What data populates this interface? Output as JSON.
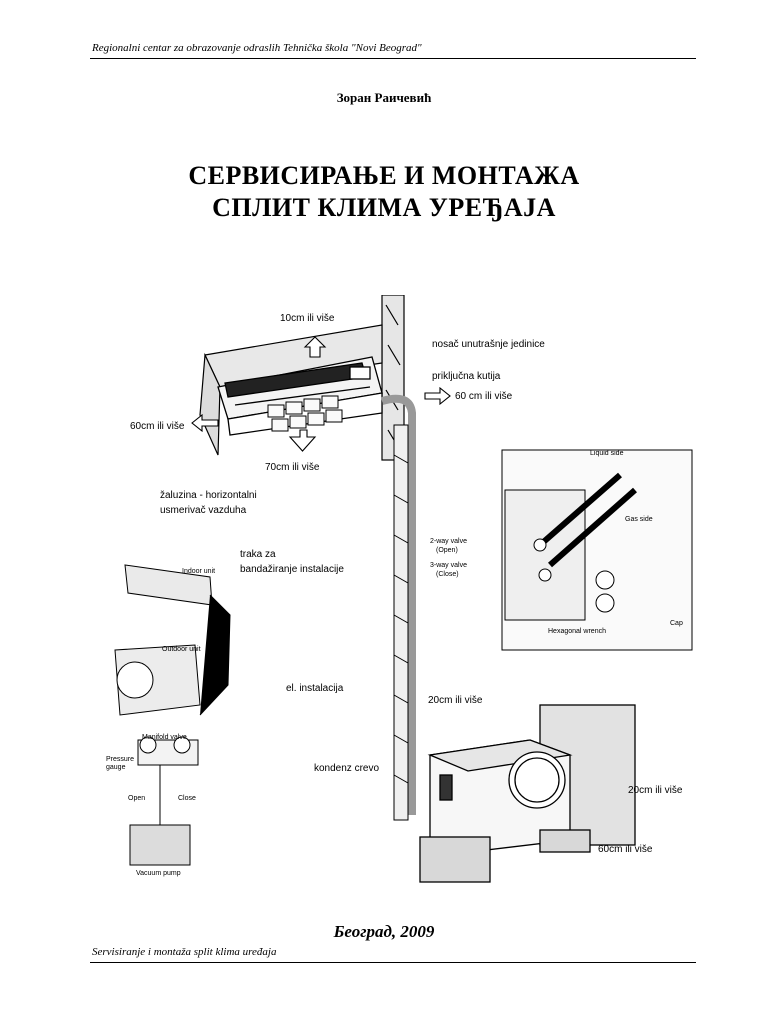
{
  "header": {
    "text": "Regionalni centar za obrazovanje odraslih Tehnička škola \"Novi Beograd\""
  },
  "author": "Зоран Раичевић",
  "title": {
    "line1": "СЕРВИСИРАЊЕ И МОНТАЖА",
    "line2": "СПЛИТ КЛИМА УРЕЂАЈА"
  },
  "figure": {
    "labels": {
      "top_clearance": "10cm ili više",
      "bracket": "nosač unutrašnje jedinice",
      "junction_box": "priključna kutija",
      "right_clearance": "60 cm ili više",
      "left_clearance": "60cm ili više",
      "bottom_clearance": "70cm ili više",
      "louver_line1": "žaluzina - horizontalni",
      "louver_line2": "usmerivač vazduha",
      "tape_line1": "traka za",
      "tape_line2": "bandažiranje instalacije",
      "el_install": "el. instalacija",
      "outdoor_top": "20cm ili više",
      "condensate": "kondenz crevo",
      "outdoor_right": "20cm ili više",
      "outdoor_bottom": "60cm ili više"
    },
    "valve_labels": {
      "liquid": "Liquid side",
      "gas": "Gas side",
      "two_way_line1": "2-way valve",
      "two_way_line2": "(Open)",
      "three_way_line1": "3-way valve",
      "three_way_line2": "(Close)",
      "cap": "Cap",
      "wrench": "Hexagonal wrench"
    },
    "vacuum_labels": {
      "indoor": "Indoor unit",
      "outdoor": "Outdoor unit",
      "manifold": "Manifold valve",
      "pressure_line1": "Pressure",
      "pressure_line2": "gauge",
      "open": "Open",
      "close": "Close",
      "pump": "Vacuum pump"
    }
  },
  "city_year": "Београд, 2009",
  "footer": {
    "text": "Servisiranje i montaža split klima uređaja"
  }
}
